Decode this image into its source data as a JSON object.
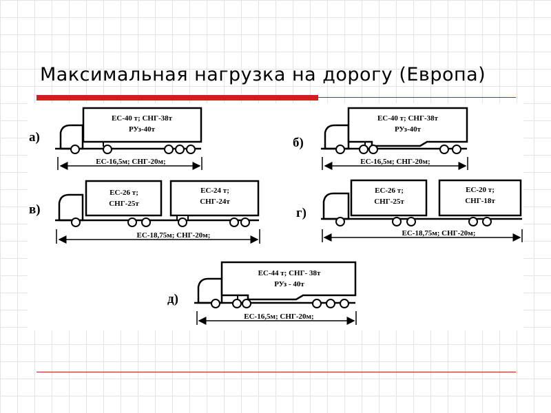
{
  "title": "Максимальная нагрузка на дорогу (Европа)",
  "diagrams": {
    "a": {
      "label": "а)",
      "box1_line1": "ЕС-40 т;  СНГ-38т",
      "box1_line2": "РУз-40т",
      "dimension": "ЕС-16,5м;  СНГ-20м;"
    },
    "b": {
      "label": "б)",
      "box1_line1": "ЕС-40 т;  СНГ-38т",
      "box1_line2": "РУз-40т",
      "dimension": "ЕС-16,5м;  СНГ-20м;"
    },
    "v": {
      "label": "в)",
      "box1_line1": "ЕС-26 т;",
      "box1_line2": "СНГ-25т",
      "box2_line1": "ЕС-24 т;",
      "box2_line2": "СНГ-24т",
      "dimension": "ЕС-18,75м;  СНГ-20м;"
    },
    "g": {
      "label": "г)",
      "box1_line1": "ЕС-26 т;",
      "box1_line2": "СНГ-25т",
      "box2_line1": "ЕС-20 т;",
      "box2_line2": "СНГ-18т",
      "dimension": "ЕС-18,75м;  СНГ-20м;"
    },
    "d": {
      "label": "д)",
      "box1_line1": "ЕС-44 т;   СНГ- 38т",
      "box1_line2": "РУз - 40т",
      "dimension": "ЕС-16,5м;  СНГ-20м;"
    }
  }
}
